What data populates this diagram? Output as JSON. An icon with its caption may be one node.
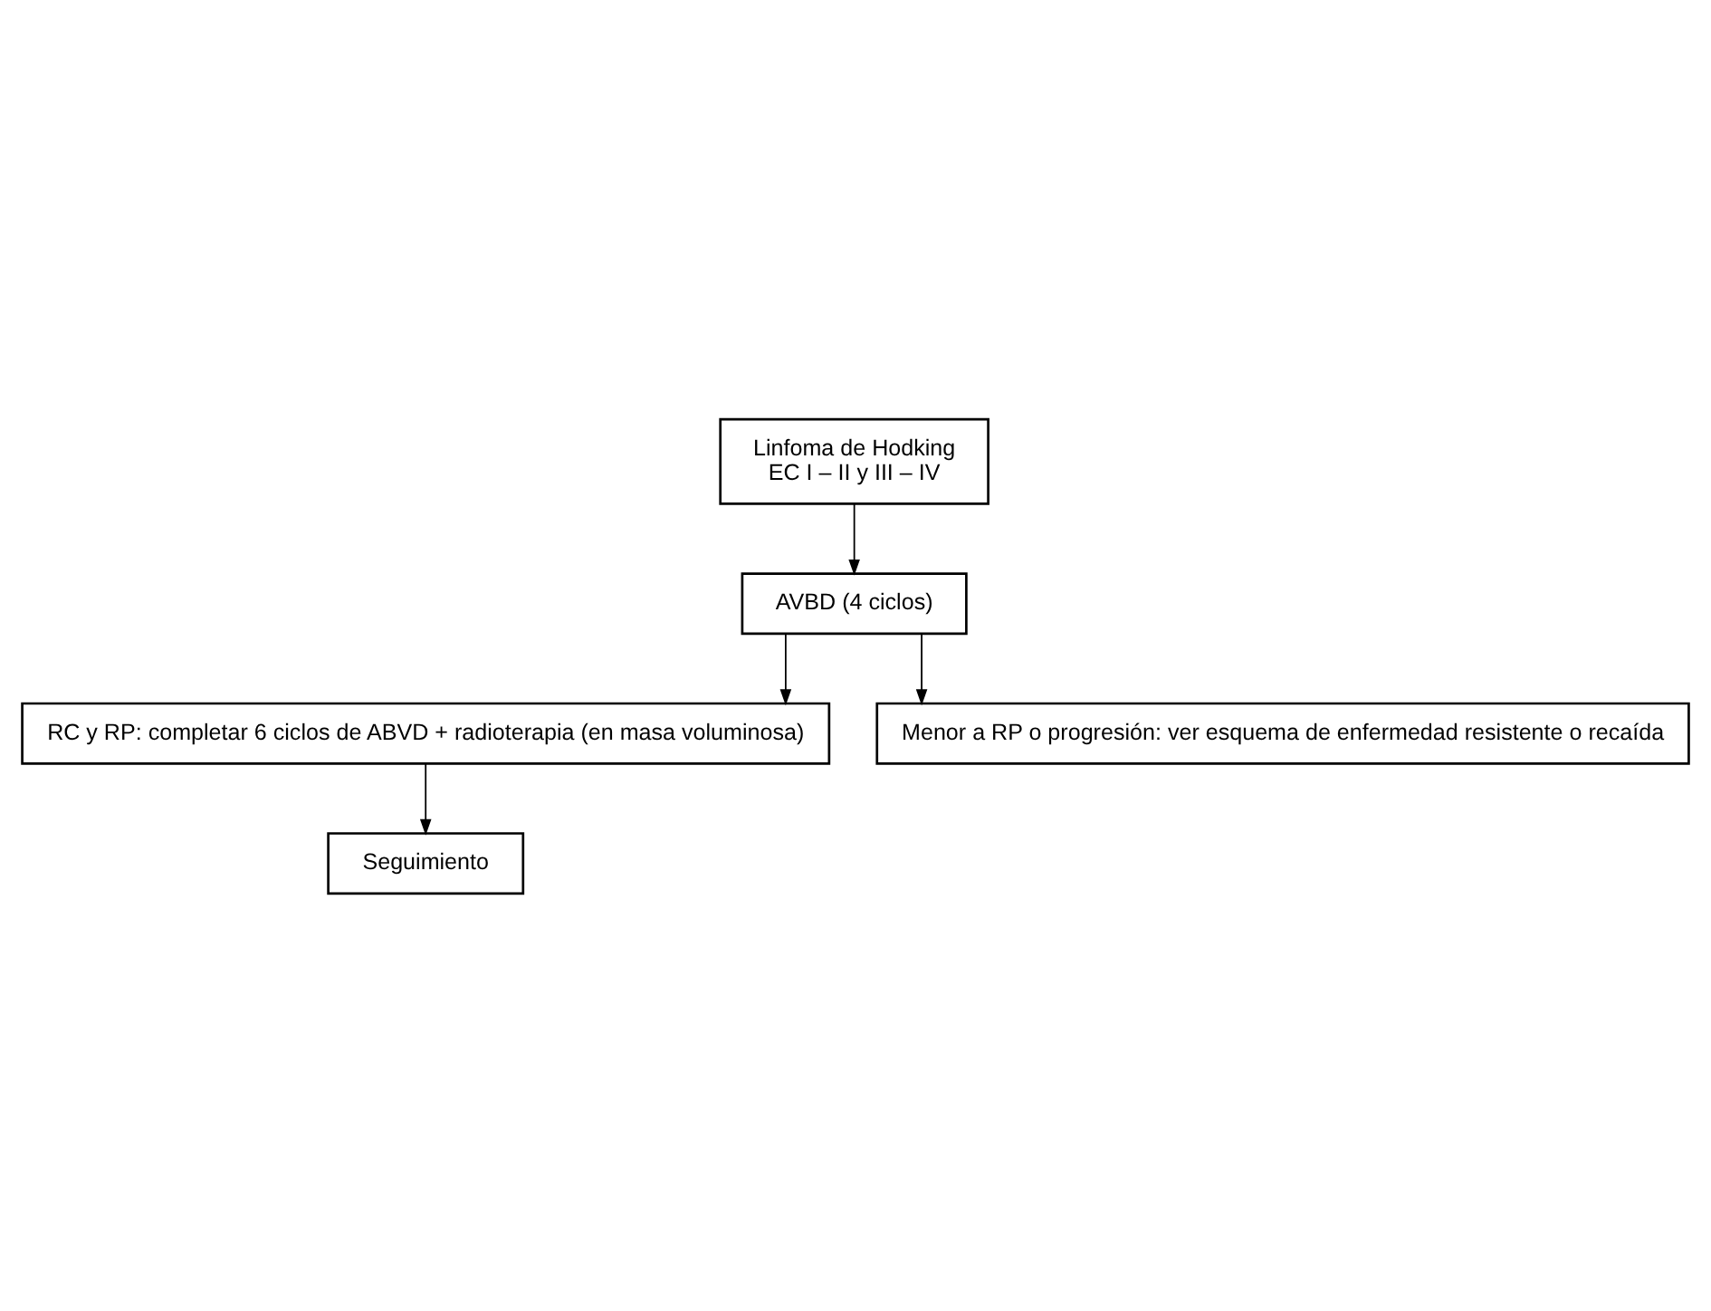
{
  "diagram": {
    "nodes": [
      {
        "text": [
          "Linfoma de Hodking",
          "EC I – II y III – IV"
        ]
      },
      {
        "text": [
          "AVBD (4 ciclos)"
        ]
      },
      {
        "text": [
          "RC y RP: completar 6 ciclos de ABVD + radioterapia (en masa voluminosa)"
        ]
      },
      {
        "text": [
          "Menor a RP o progresión: ver esquema de enfermedad resistente o recaída"
        ]
      },
      {
        "text": [
          "Seguimiento"
        ]
      }
    ],
    "edges": [
      {
        "from": 0,
        "to": 1,
        "arrow": "to"
      },
      {
        "from": 1,
        "to": 2,
        "arrow": "to"
      },
      {
        "from": 1,
        "to": 3,
        "arrow": "to"
      },
      {
        "from": 2,
        "to": 4,
        "arrow": "to"
      }
    ]
  }
}
